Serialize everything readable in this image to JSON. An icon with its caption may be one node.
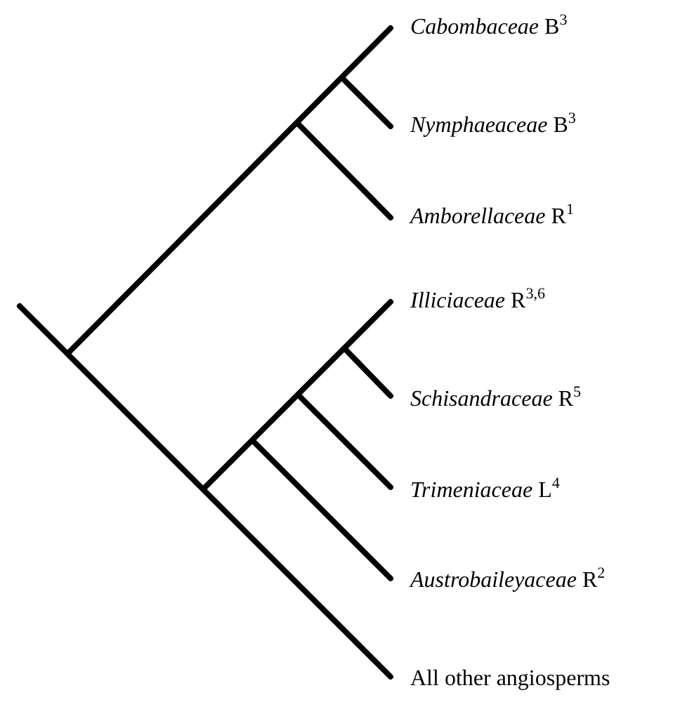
{
  "diagram": {
    "labels": [
      "*Cabombaceae* B$^{3}$",
      "*Nymphaeaceae* B$^{3}$",
      "*Amborellaceae* R$^{1}$",
      "*Illiciaceae* R$^{3,6}$",
      "*Schisandraceae* R$^{5}$",
      "*Trimeniaceae* L$^{4}$",
      "*Austrobaileyaceae* R$^{2}$",
      "All other angiosperms"
    ]
  }
}
